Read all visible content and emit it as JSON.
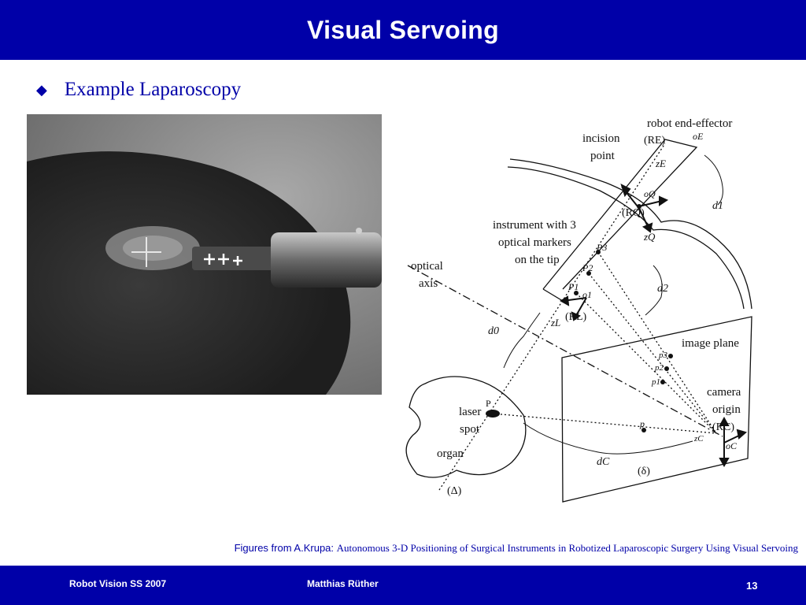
{
  "slide": {
    "title": "Visual Servoing",
    "bullet": "Example Laparoscopy",
    "bullet_icon": "diamond-bullet-icon"
  },
  "photo": {
    "alt": "laparoscopic camera image of instrument tip with three optical markers"
  },
  "diagram": {
    "labels": {
      "robot_end_effector": "robot end-effector",
      "incision": "incision",
      "point": "point",
      "instrument_line1": "instrument with 3",
      "instrument_line2": "optical markers",
      "instrument_line3": "on the tip",
      "optical": "optical",
      "axis": "axis",
      "image_plane": "image plane",
      "camera": "camera",
      "origin": "origin",
      "laser": "laser",
      "spot": "spot",
      "organ": "organ",
      "delta_small": "(δ)",
      "delta_big": "(Δ)",
      "big_p": "P",
      "small_p": "p",
      "RE": "(RE)",
      "RQ": "(RQ)",
      "RL": "(RL)",
      "RC": "(RC)",
      "oE": "oE",
      "oQ": "oQ",
      "o1": "o1",
      "oC": "oC",
      "zE": "zE",
      "zQ": "zQ",
      "zL": "zL",
      "zC": "zC",
      "d0": "d0",
      "d1": "d1",
      "d2": "d2",
      "dC": "dC",
      "P1": "P1",
      "P2": "P2",
      "P3": "P3",
      "p1": "p1",
      "p2": "p2",
      "p3": "p3"
    }
  },
  "caption": {
    "lead": "Figures from A.Krupa:",
    "reference": "Autonomous 3-D Positioning of Surgical Instruments in Robotized Laparoscopic Surgery Using Visual Servoing"
  },
  "footer": {
    "course": "Robot Vision SS 2007",
    "author": "Matthias Rüther",
    "page": "13"
  },
  "colors": {
    "brand_blue": "#0000a8",
    "text_white": "#ffffff"
  }
}
